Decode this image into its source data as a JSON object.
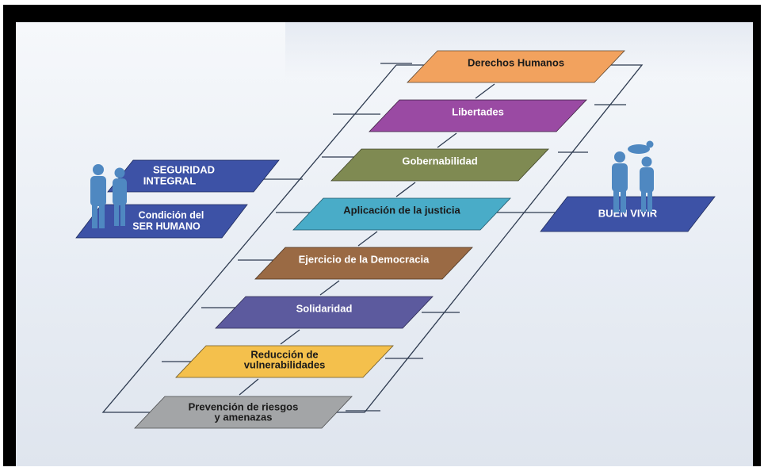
{
  "left_panel": {
    "top_line1": "SEGURIDAD",
    "top_line2": "INTEGRAL",
    "bottom_line1": "Condición del",
    "bottom_line2": "SER HUMANO",
    "color_top": "#3d52a6",
    "color_bottom": "#3d52a6"
  },
  "right_panel": {
    "label": "BUEN VIVIR",
    "color": "#3d52a6"
  },
  "pillars": [
    {
      "label": "Derechos Humanos",
      "color": "#f2a25e",
      "text_color": "#1a1a1a"
    },
    {
      "label": "Libertades",
      "color": "#9a4aa3",
      "text_color": "#ffffff"
    },
    {
      "label": "Gobernabilidad",
      "color": "#7f8a52",
      "text_color": "#ffffff"
    },
    {
      "label": "Aplicación de la justicia",
      "color": "#49acc8",
      "text_color": "#1a1a1a"
    },
    {
      "label": "Ejercicio de la Democracia",
      "color": "#9a6a44",
      "text_color": "#ffffff"
    },
    {
      "label": "Solidaridad",
      "color": "#5c5a9e",
      "text_color": "#ffffff"
    },
    {
      "label_line1": "Reducción de",
      "label_line2": "vulnerabilidades",
      "color": "#f4c04c",
      "text_color": "#1a1a1a"
    },
    {
      "label_line1": "Prevención de riesgos",
      "label_line2": "y amenazas",
      "color": "#a3a5a7",
      "text_color": "#1a1a1a"
    }
  ],
  "figure_color": "#4f88c1"
}
